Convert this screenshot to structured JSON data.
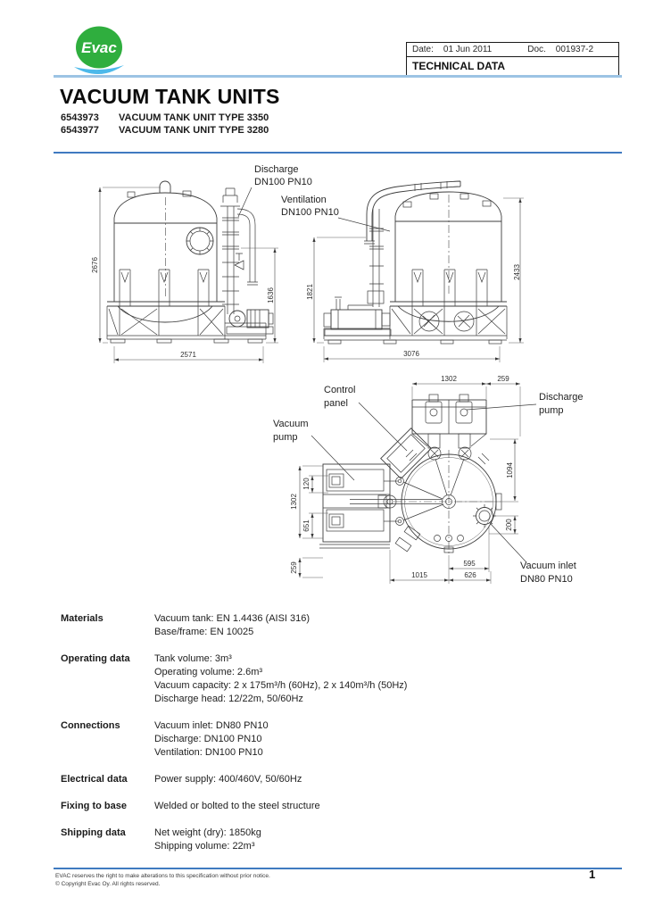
{
  "header": {
    "logo_text": "Evac",
    "date_label": "Date:",
    "date_value": "01 Jun 2011",
    "doc_label": "Doc.",
    "doc_value": "001937-2",
    "subtitle": "TECHNICAL DATA"
  },
  "title_block": {
    "title": "VACUUM TANK UNITS",
    "products": [
      {
        "code": "6543973",
        "name": "VACUUM TANK UNIT TYPE 3350"
      },
      {
        "code": "6543977",
        "name": "VACUUM TANK UNIT TYPE 3280"
      }
    ]
  },
  "drawing": {
    "front_view": {
      "height": "2676",
      "outlet_height": "1636",
      "width": "2571"
    },
    "side_view": {
      "pipe_height": "1821",
      "height": "2433",
      "width": "3076"
    },
    "top_view": {
      "top1": "1302",
      "top2": "259",
      "right1": "1094",
      "right2": "200",
      "bottom1": "595",
      "bottom2": "626",
      "bottom3": "1015",
      "left1": "1302",
      "left2": "120",
      "left3": "651",
      "left4": "259"
    },
    "labels": {
      "discharge": [
        "Discharge",
        "DN100 PN10"
      ],
      "ventilation": [
        "Ventilation",
        "DN100 PN10"
      ],
      "control_panel": [
        "Control",
        "panel"
      ],
      "vacuum_pump": [
        "Vacuum",
        "pump"
      ],
      "discharge_pump": [
        "Discharge",
        "pump"
      ],
      "vacuum_inlet": [
        "Vacuum inlet",
        "DN80 PN10"
      ]
    }
  },
  "specs": [
    {
      "label": "Materials",
      "lines": [
        "Vacuum tank: EN 1.4436 (AISI 316)",
        "Base/frame: EN 10025"
      ]
    },
    {
      "label": "Operating data",
      "lines": [
        "Tank volume: 3m³",
        "Operating volume: 2.6m³",
        "Vacuum capacity: 2 x 175m³/h (60Hz), 2 x 140m³/h (50Hz)",
        "Discharge head: 12/22m, 50/60Hz"
      ]
    },
    {
      "label": "Connections",
      "lines": [
        "Vacuum inlet: DN80 PN10",
        "Discharge: DN100 PN10",
        "Ventilation: DN100 PN10"
      ]
    },
    {
      "label": "Electrical data",
      "lines": [
        "Power supply: 400/460V, 50/60Hz"
      ]
    },
    {
      "label": "Fixing to base",
      "lines": [
        "Welded or bolted to the steel structure"
      ]
    },
    {
      "label": "Shipping data",
      "lines": [
        "Net weight (dry): 1850kg",
        "Shipping volume: 22m³"
      ]
    }
  ],
  "footer": {
    "line1": "EVAC reserves the right to make alterations to this specification without  prior notice.",
    "line2": "© Copyright Evac Oy. All rights reserved.",
    "page": "1"
  },
  "colors": {
    "rule_blue": "#3f7ac0",
    "rule_light_blue": "#9cc4e4",
    "logo_green": "#2fae3e",
    "logo_swoosh_blue": "#4db9ea"
  }
}
